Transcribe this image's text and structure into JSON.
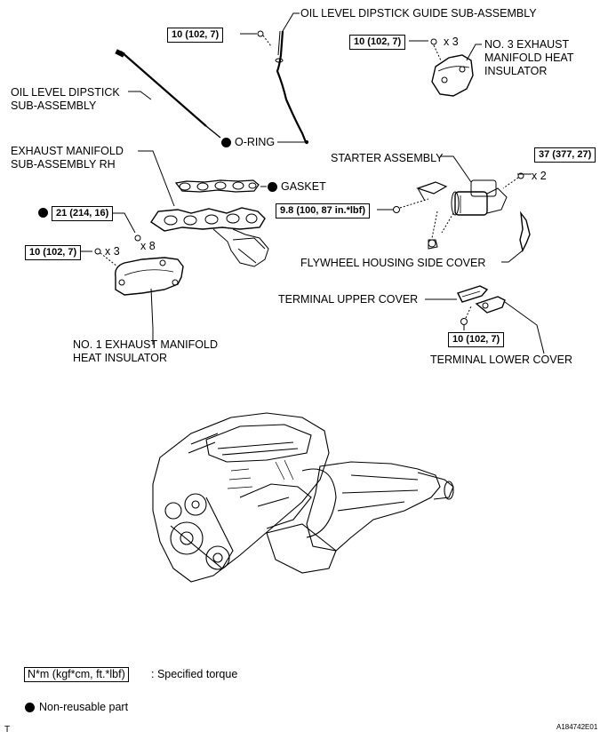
{
  "labels": {
    "dipstick_guide": "OIL LEVEL DIPSTICK GUIDE SUB-ASSEMBLY",
    "dipstick_line1": "OIL LEVEL DIPSTICK",
    "dipstick_line2": "SUB-ASSEMBLY",
    "o_ring": "O-RING",
    "manifold_line1": "EXHAUST MANIFOLD",
    "manifold_line2": "SUB-ASSEMBLY RH",
    "gasket": "GASKET",
    "insulator3_line1": "NO. 3 EXHAUST",
    "insulator3_line2": "MANIFOLD HEAT",
    "insulator3_line3": "INSULATOR",
    "starter": "STARTER ASSEMBLY",
    "flywheel_cover": "FLYWHEEL HOUSING SIDE COVER",
    "terminal_upper": "TERMINAL UPPER COVER",
    "terminal_lower": "TERMINAL LOWER COVER",
    "insulator1_line1": "NO. 1 EXHAUST MANIFOLD",
    "insulator1_line2": "HEAT INSULATOR"
  },
  "torques": {
    "guide_bolt": "10 (102, 7)",
    "insulator3_bolt": "10 (102, 7)",
    "manifold_nut": "21 (214, 16)",
    "insulator1_bolt": "10 (102, 7)",
    "starter_bolt": "37 (377, 27)",
    "starter_nut": "9.8 (100, 87 in.*lbf)",
    "terminal_nut": "10 (102, 7)"
  },
  "quantities": {
    "insulator3": "x 3",
    "manifold_nut": "x 8",
    "insulator1": "x 3",
    "starter_bolt": "x 2"
  },
  "legend": {
    "torque_unit": "N*m (kgf*cm, ft.*lbf)",
    "torque_desc": ": Specified torque",
    "non_reusable": "Non-reusable part"
  },
  "footer": {
    "left_mark": "T",
    "figure_code": "A184742E01"
  }
}
